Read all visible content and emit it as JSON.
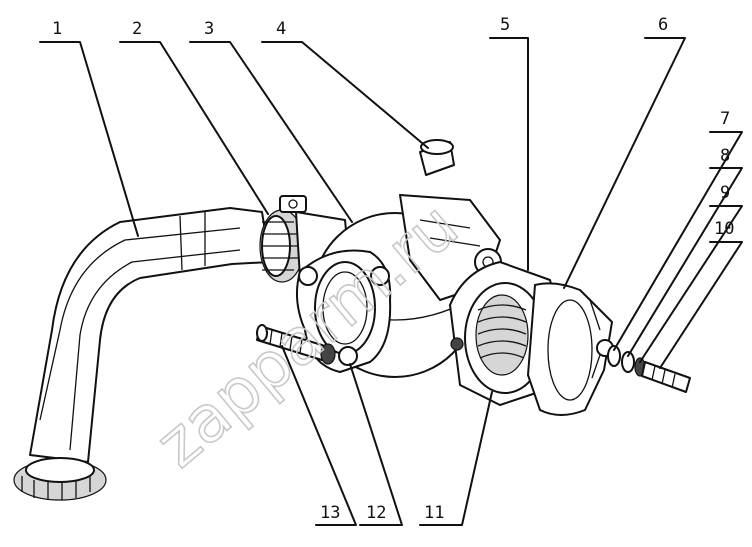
{
  "callouts": [
    {
      "id": "1"
    },
    {
      "id": "2"
    },
    {
      "id": "3"
    },
    {
      "id": "4"
    },
    {
      "id": "5"
    },
    {
      "id": "6"
    },
    {
      "id": "7"
    },
    {
      "id": "8"
    },
    {
      "id": "9"
    },
    {
      "id": "10"
    },
    {
      "id": "11"
    },
    {
      "id": "12"
    },
    {
      "id": "13"
    }
  ],
  "watermark": "zapparm.ru"
}
